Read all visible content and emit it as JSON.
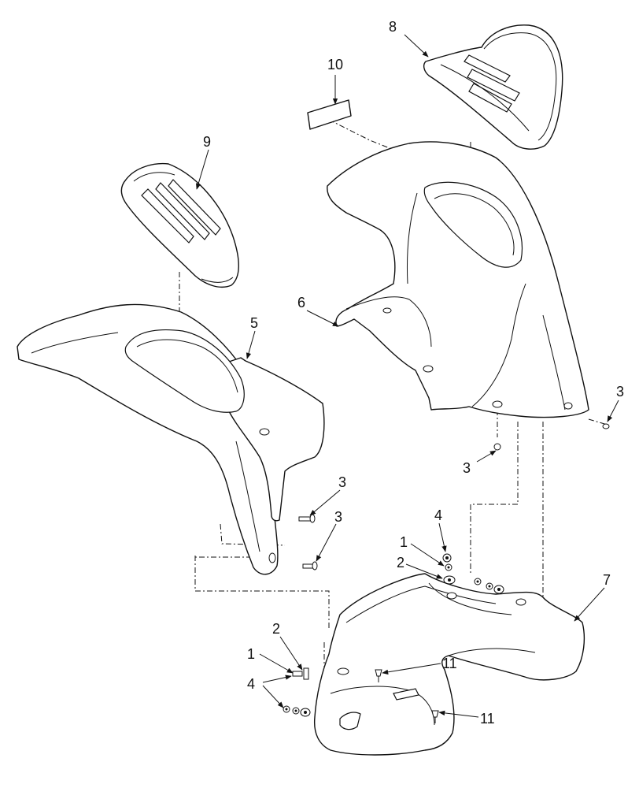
{
  "callouts": [
    "10",
    "8",
    "9",
    "6",
    "5",
    "3",
    "3",
    "3",
    "3",
    "4",
    "1",
    "2",
    "7",
    "2",
    "1",
    "11",
    "4",
    "11"
  ]
}
